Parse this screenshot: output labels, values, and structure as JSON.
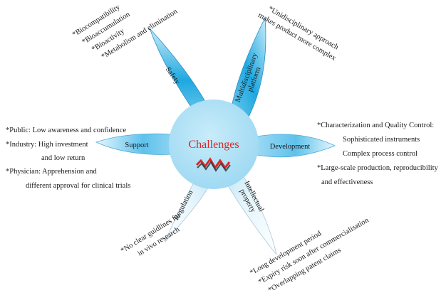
{
  "center": {
    "title": "Challenges",
    "colors": {
      "fill": "#aee0f5",
      "title": "#d42a2a",
      "zigzag": "#d42a2a"
    }
  },
  "petals": {
    "safety": {
      "label": "Safety",
      "notes": [
        "*Biocompatibility",
        "*Bioaccumulation",
        "*Bioactivity",
        "*Metabolism and elimination"
      ]
    },
    "multidisciplinary": {
      "label_lines": [
        "Multidisciplinary",
        "platform"
      ],
      "notes": [
        "*Unidisciplinary approach",
        "makes product more complex"
      ]
    },
    "development": {
      "label": "Development",
      "notes": [
        "*Characterization and Quality Control:",
        "Sophisticated instruments",
        "Complex process control",
        "*Large-scale production, reproducibility",
        "and effectiveness"
      ]
    },
    "support": {
      "label": "Support",
      "notes": [
        "*Public: Low awareness and confidence",
        "*Industry: High investment",
        "and low return",
        "*Physician: Apprehension and",
        "different approval for clinical trials"
      ]
    },
    "regulation": {
      "label": "Regulation",
      "notes": [
        "*No clear guidlines for",
        "in vivo research"
      ]
    },
    "intellectual": {
      "label_lines": [
        "Intellectual",
        "property"
      ],
      "notes": [
        "*Long development period",
        "*Expiry risk soon after commercialisation",
        "*Overlapping patent claims"
      ]
    }
  },
  "colors": {
    "petal_dark": "#1aa0dc",
    "petal_light": "#e8f6fc",
    "petal_edge": "#2a8ec4"
  }
}
